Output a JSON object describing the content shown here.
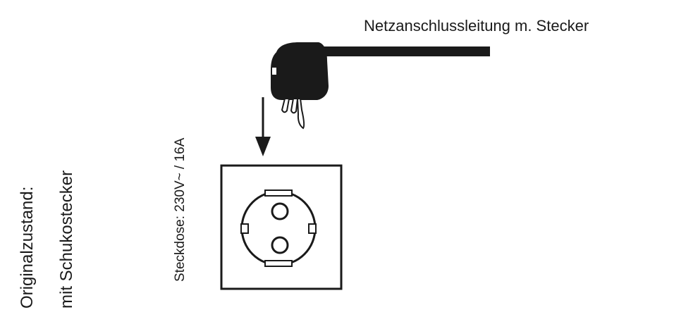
{
  "labels": {
    "cable": "Netzanschlussleitung m. Stecker",
    "outlet": "Steckdose: 230V~ / 16A",
    "state_line1": "Originalzustand:",
    "state_line2": "mit Schukostecker"
  },
  "colors": {
    "ink": "#1a1a1a",
    "background": "#ffffff"
  },
  "icons": {
    "plug": "schuko-plug-icon",
    "arrow": "arrow-down-icon",
    "socket": "schuko-socket-icon"
  }
}
